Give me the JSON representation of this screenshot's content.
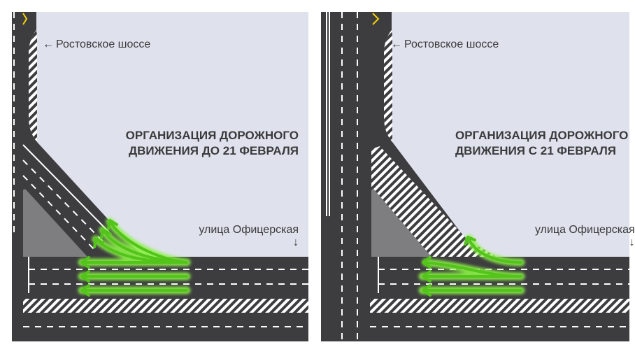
{
  "colors": {
    "asphalt": "#3d3d3f",
    "block": "#dfe2ec",
    "island": "#7e7e80",
    "arrow_fill": "#52c41a",
    "arrow_glow": "#8cf04a",
    "marking": "#ffffff",
    "warning_mark": "#f5d20a"
  },
  "panels": [
    {
      "id": "before",
      "title": "ОРГАНИЗАЦИЯ ДОРОЖНОГО\nДВИЖЕНИЯ ДО 21 ФЕВРАЛЯ",
      "road_top": {
        "arrow": "←",
        "text": "Ростовское шоссе"
      },
      "road_right": {
        "text": "улица Офицерская",
        "arrow": "↓"
      }
    },
    {
      "id": "after",
      "title": "ОРГАНИЗАЦИЯ ДОРОЖНОГО\nДВИЖЕНИЯ С 21 ФЕВРАЛЯ",
      "road_top": {
        "arrow": "←",
        "text": "Ростовское шоссе"
      },
      "road_right": {
        "text": "улица Офицерская",
        "arrow": "↓"
      }
    }
  ]
}
